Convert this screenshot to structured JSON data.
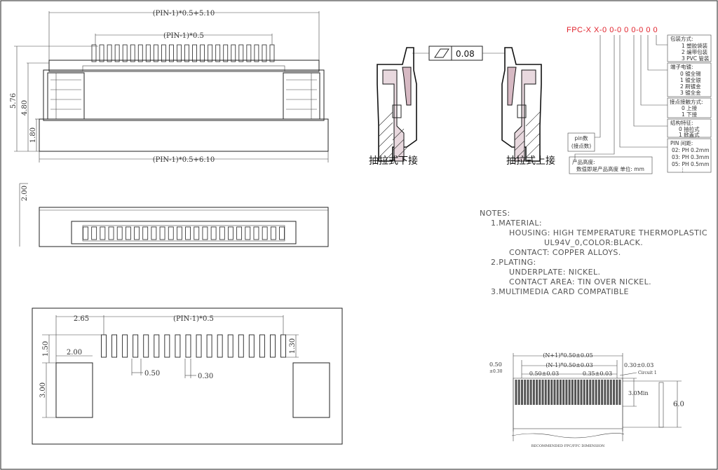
{
  "front_view": {
    "dim_top_total": "(PIN-1)*0.5+5.10",
    "dim_top_pitch": "(PIN-1)*0.5",
    "dim_bottom_total": "(PIN-1)*0.5+6.10",
    "dim_h_total": "5.76",
    "dim_h_mid": "4.80",
    "dim_h_base": "1.80",
    "pin_count_drawn": 24
  },
  "top_view": {
    "dim_h": "2.00"
  },
  "footprint": {
    "dim_pitch": "(PIN-1)*0.5",
    "dim_offset": "2.65",
    "dim_pad_len": "1.30",
    "dim_row": "1.50",
    "dim_mount_w": "2.00",
    "dim_mount_h": "3.00",
    "dim_pin_pitch": "0.50",
    "dim_pin_width": "0.30",
    "pad_count_drawn": 18
  },
  "sections": {
    "flatness": "0.08",
    "flatness_symbol": "parallelogram-flatness-icon",
    "left_caption": "抽拉式下接",
    "right_caption": "抽拉式上接"
  },
  "part_number": {
    "code": "FPC-X X-0 0-0 0 0-0 0 0",
    "packing_title": "包装方式:",
    "packing_opts": [
      "1 塑胶袋装",
      "2 编带包装",
      "3 PVC 管装"
    ],
    "plating_title": "端子电镀:",
    "plating_opts": [
      "0 镀全锡",
      "1 镀全银",
      "2 刷镀金",
      "3 镀全金"
    ],
    "contact_title": "接点接触方式:",
    "contact_opts": [
      "0 上接",
      "1 下接"
    ],
    "struct_title": "结构特征:",
    "struct_opts": [
      "0 抽拉式",
      "1 掀盖式"
    ],
    "pitch_title": "PIN 间距:",
    "pitch_opts": [
      "02: PH 0.2mm",
      "03: PH 0.3mm",
      "05: PH 0.5mm"
    ],
    "pitch_more": "⋮",
    "pin_label_1": "pin数",
    "pin_label_2": "(接点数)",
    "height_label_1": "产品高度:",
    "height_label_2": "数值即是产品高度 单位: mm"
  },
  "notes": {
    "title": "NOTES:",
    "lines": [
      "1.MATERIAL:",
      "HOUSING: HIGH TEMPERATURE THERMOPLASTIC",
      "UL94V_0,COLOR:BLACK.",
      "CONTACT: COPPER ALLOYS.",
      "2.PLATING:",
      "UNDERPLATE: NICKEL.",
      "CONTACT AREA: TIN OVER NICKEL.",
      "3.MULTIMEDIA CARD COMPATIBLE"
    ]
  },
  "fpc": {
    "dim_total": "(N+1)*0.50±0.05",
    "dim_pitch": "(N-1)*0.50±0.03",
    "dim_left": "0.50",
    "dim_left_tol": "±0.30",
    "dim_pitch2": "0.50±0.03",
    "dim_width": "0.35±0.03",
    "dim_end": "0.30±0.03",
    "circuit_label": "Circuit 1",
    "dim_min": "3.0Min",
    "dim_height": "6.0",
    "bottom_note": "RECOMMENDED FPC/FFC DIMENSION"
  }
}
